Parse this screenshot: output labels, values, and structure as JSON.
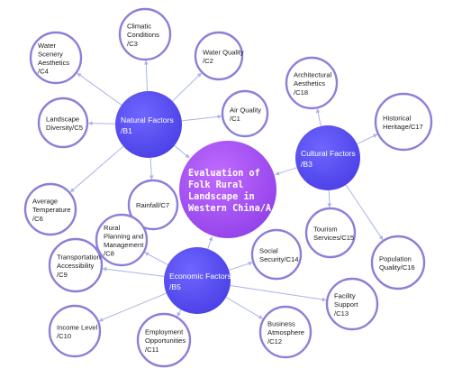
{
  "diagram": {
    "center": {
      "lines": [
        "Evaluation of",
        "Folk Rural",
        "Landscape in",
        "Western China/A"
      ],
      "color": "#a44ff0"
    },
    "hubs": [
      {
        "id": "B1",
        "lines": [
          "Natural Factors",
          "/B1"
        ],
        "color": "#5b51f0"
      },
      {
        "id": "B3",
        "lines": [
          "Cultural Factors",
          "/B3"
        ],
        "color": "#5b51f0"
      },
      {
        "id": "B5",
        "lines": [
          "Economic Factors",
          "/B5"
        ],
        "color": "#5b51f0"
      }
    ],
    "children": [
      {
        "id": "C1",
        "hub": "B1",
        "lines": [
          "Air Quality",
          "/C1"
        ]
      },
      {
        "id": "C2",
        "hub": "B1",
        "lines": [
          "Water Quality",
          "/C2"
        ]
      },
      {
        "id": "C3",
        "hub": "B1",
        "lines": [
          "Climatic",
          "Conditions",
          "/C3"
        ]
      },
      {
        "id": "C4",
        "hub": "B1",
        "lines": [
          "Water",
          "Scenery",
          "Aesthetics",
          "/C4"
        ]
      },
      {
        "id": "C5",
        "hub": "B1",
        "lines": [
          "Landscape",
          "Diversity/C5"
        ]
      },
      {
        "id": "C6",
        "hub": "B1",
        "lines": [
          "Average",
          "Temperature",
          "/C6"
        ]
      },
      {
        "id": "C7",
        "hub": "B1",
        "lines": [
          "Rainfall/C7"
        ]
      },
      {
        "id": "C18",
        "hub": "B3",
        "lines": [
          "Architectural",
          "Aesthetics",
          "/C18"
        ]
      },
      {
        "id": "C17",
        "hub": "B3",
        "lines": [
          "Historical",
          "Heritage/C17"
        ]
      },
      {
        "id": "C15",
        "hub": "B3",
        "lines": [
          "Tourism",
          "Services/C15"
        ]
      },
      {
        "id": "C16",
        "hub": "B3",
        "lines": [
          "Population",
          "Quality/C16"
        ]
      },
      {
        "id": "C8",
        "hub": "B5",
        "lines": [
          "Rural",
          "Planning and",
          "Management",
          "/C8"
        ]
      },
      {
        "id": "C9",
        "hub": "B5",
        "lines": [
          "Transportation",
          "Accessibility",
          "/C9"
        ]
      },
      {
        "id": "C14",
        "hub": "B5",
        "lines": [
          "Social",
          "Security/C14"
        ]
      },
      {
        "id": "C13",
        "hub": "B5",
        "lines": [
          "Facility",
          "Support",
          "/C13"
        ]
      },
      {
        "id": "C12",
        "hub": "B5",
        "lines": [
          "Business",
          "Atmosphere",
          "/C12"
        ]
      },
      {
        "id": "C11",
        "hub": "B5",
        "lines": [
          "Employment",
          "Opportunities",
          "/C11"
        ]
      },
      {
        "id": "C10",
        "hub": "B5",
        "lines": [
          "Income Level",
          "/C10"
        ]
      }
    ]
  }
}
